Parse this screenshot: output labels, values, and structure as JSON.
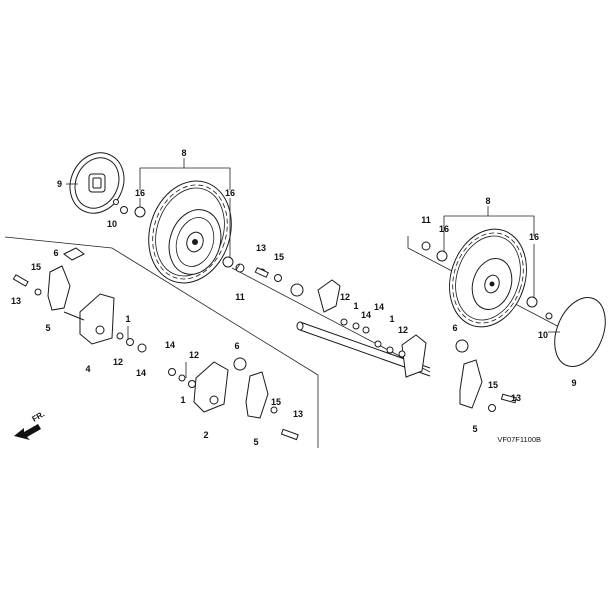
{
  "diagram_code": "VF07F1100B",
  "front_arrow_label": "FR.",
  "callouts": {
    "n1": "1",
    "n2": "2",
    "n4": "4",
    "n5": "5",
    "n6": "6",
    "n8": "8",
    "n9": "9",
    "n10": "10",
    "n11": "11",
    "n12": "12",
    "n13": "13",
    "n14": "14",
    "n15": "15",
    "n16": "16"
  }
}
